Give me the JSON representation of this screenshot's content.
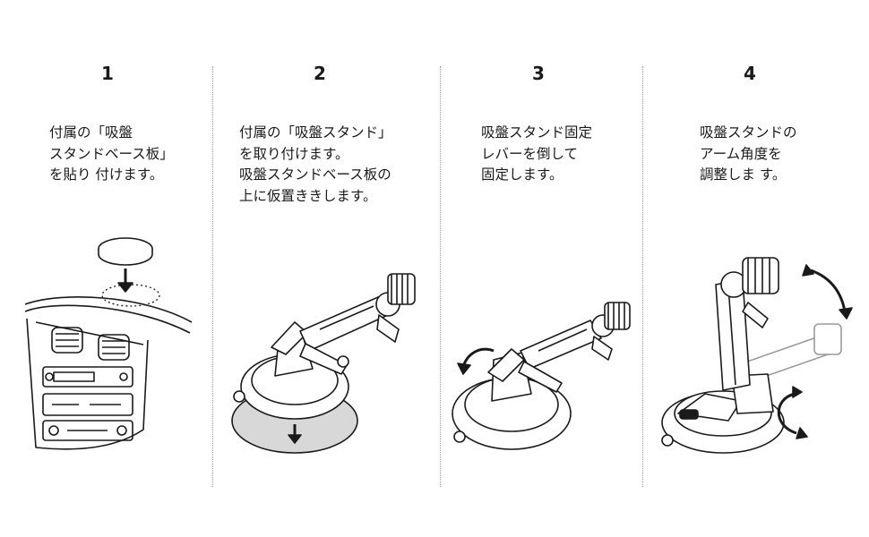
{
  "steps": [
    {
      "number": "1",
      "text": "付属の「吸盤\nスタンドベース板」\nを貼り 付けます。"
    },
    {
      "number": "2",
      "text": "付属の「吸盤スタンド」\nを取り付けます。\n吸盤スタンドベース板の\n上に仮置ききします。"
    },
    {
      "number": "3",
      "text": "吸盤スタンド固定\nレバーを倒して\n固定します。"
    },
    {
      "number": "4",
      "text": "吸盤スタンドの\nアーム角度を\n調整しま す。"
    }
  ],
  "colors": {
    "line": "#1a1a1a",
    "plate": "#d8d8d8",
    "divider": "#9a9a9a"
  },
  "icons": [
    "car-dashboard-icon",
    "suction-mount-icon",
    "arrow-down-icon",
    "rotate-arrow-icon"
  ]
}
